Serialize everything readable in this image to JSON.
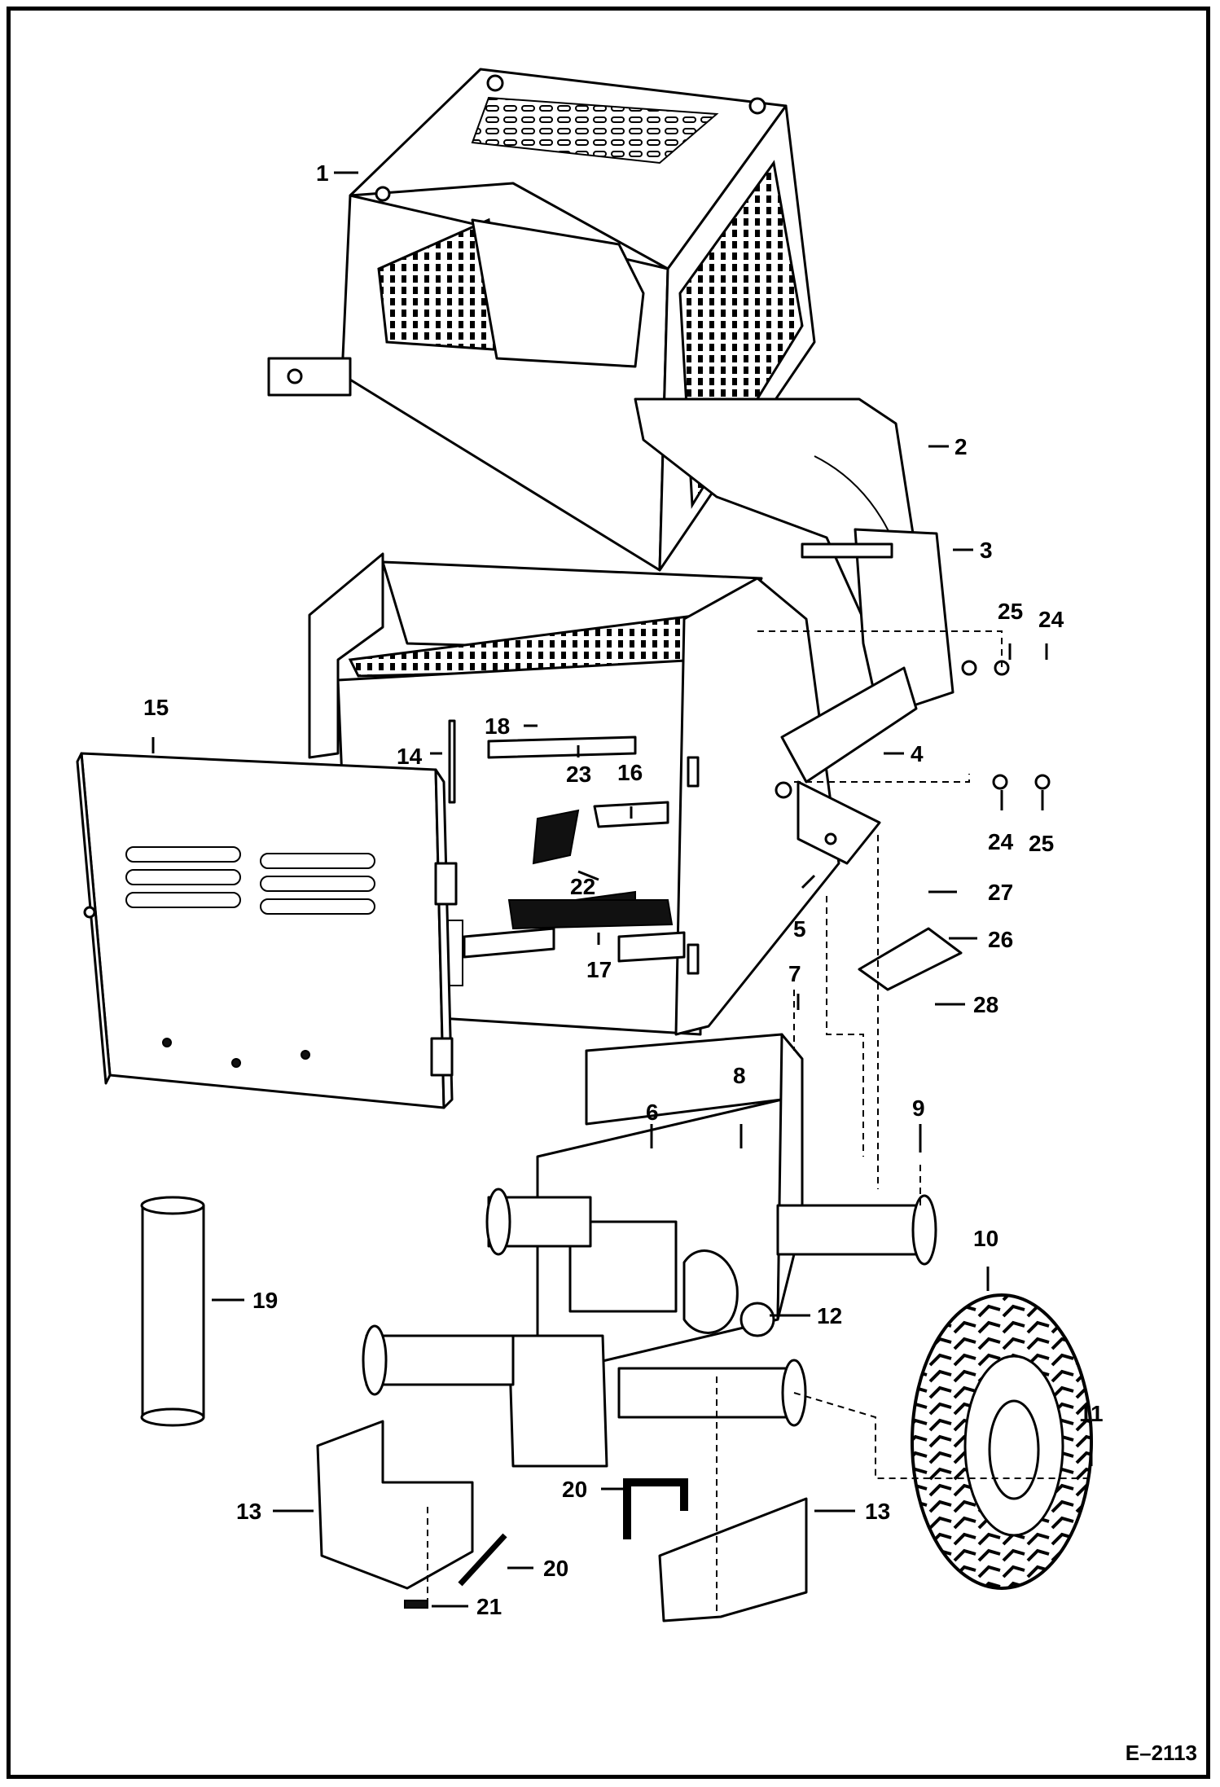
{
  "figure_code": "E–2113",
  "callouts": [
    "1",
    "2",
    "3",
    "4",
    "5",
    "6",
    "7",
    "8",
    "9",
    "10",
    "11",
    "12",
    "13",
    "13",
    "14",
    "15",
    "16",
    "17",
    "18",
    "19",
    "20",
    "20",
    "21",
    "22",
    "23",
    "24",
    "24",
    "25",
    "25",
    "26",
    "27",
    "28"
  ]
}
